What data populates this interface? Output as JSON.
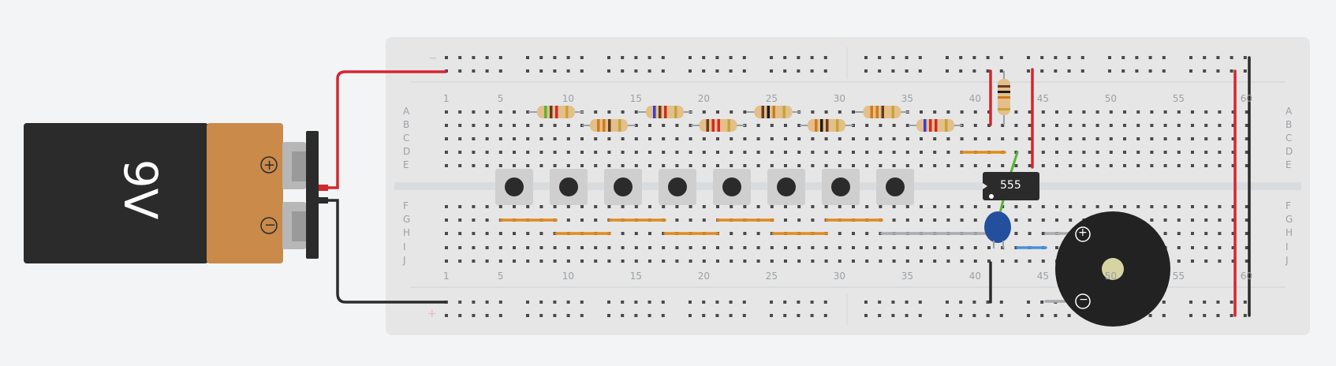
{
  "battery": {
    "label": "9V",
    "plus": "+",
    "minus": "−"
  },
  "ic": {
    "label": "555"
  },
  "breadboard": {
    "columns": [
      "1",
      "5",
      "10",
      "15",
      "20",
      "25",
      "30",
      "35",
      "40",
      "45",
      "50",
      "55",
      "60"
    ],
    "rows_top": [
      "A",
      "B",
      "C",
      "D",
      "E"
    ],
    "rows_bottom": [
      "F",
      "G",
      "H",
      "I",
      "J"
    ],
    "rail_minus": "−",
    "rail_plus": "+"
  },
  "buzzer": {
    "plus": "+",
    "minus": "−"
  },
  "colors": {
    "breadboard": "#e6e6e6",
    "battery_body": "#2b2b2b",
    "battery_cap": "#c98a4a",
    "wire_red": "#d3272e",
    "wire_black": "#2b2b2b",
    "wire_orange": "#e08a1e",
    "wire_gray": "#9aa0a6",
    "wire_blue": "#4a90d9",
    "wire_green": "#5ab43a",
    "capacitor": "#234f9c",
    "buzzer": "#222222"
  },
  "components": {
    "pushbuttons": 8,
    "resistors": 9,
    "ic": "555",
    "capacitor": 1,
    "buzzer": 1
  }
}
